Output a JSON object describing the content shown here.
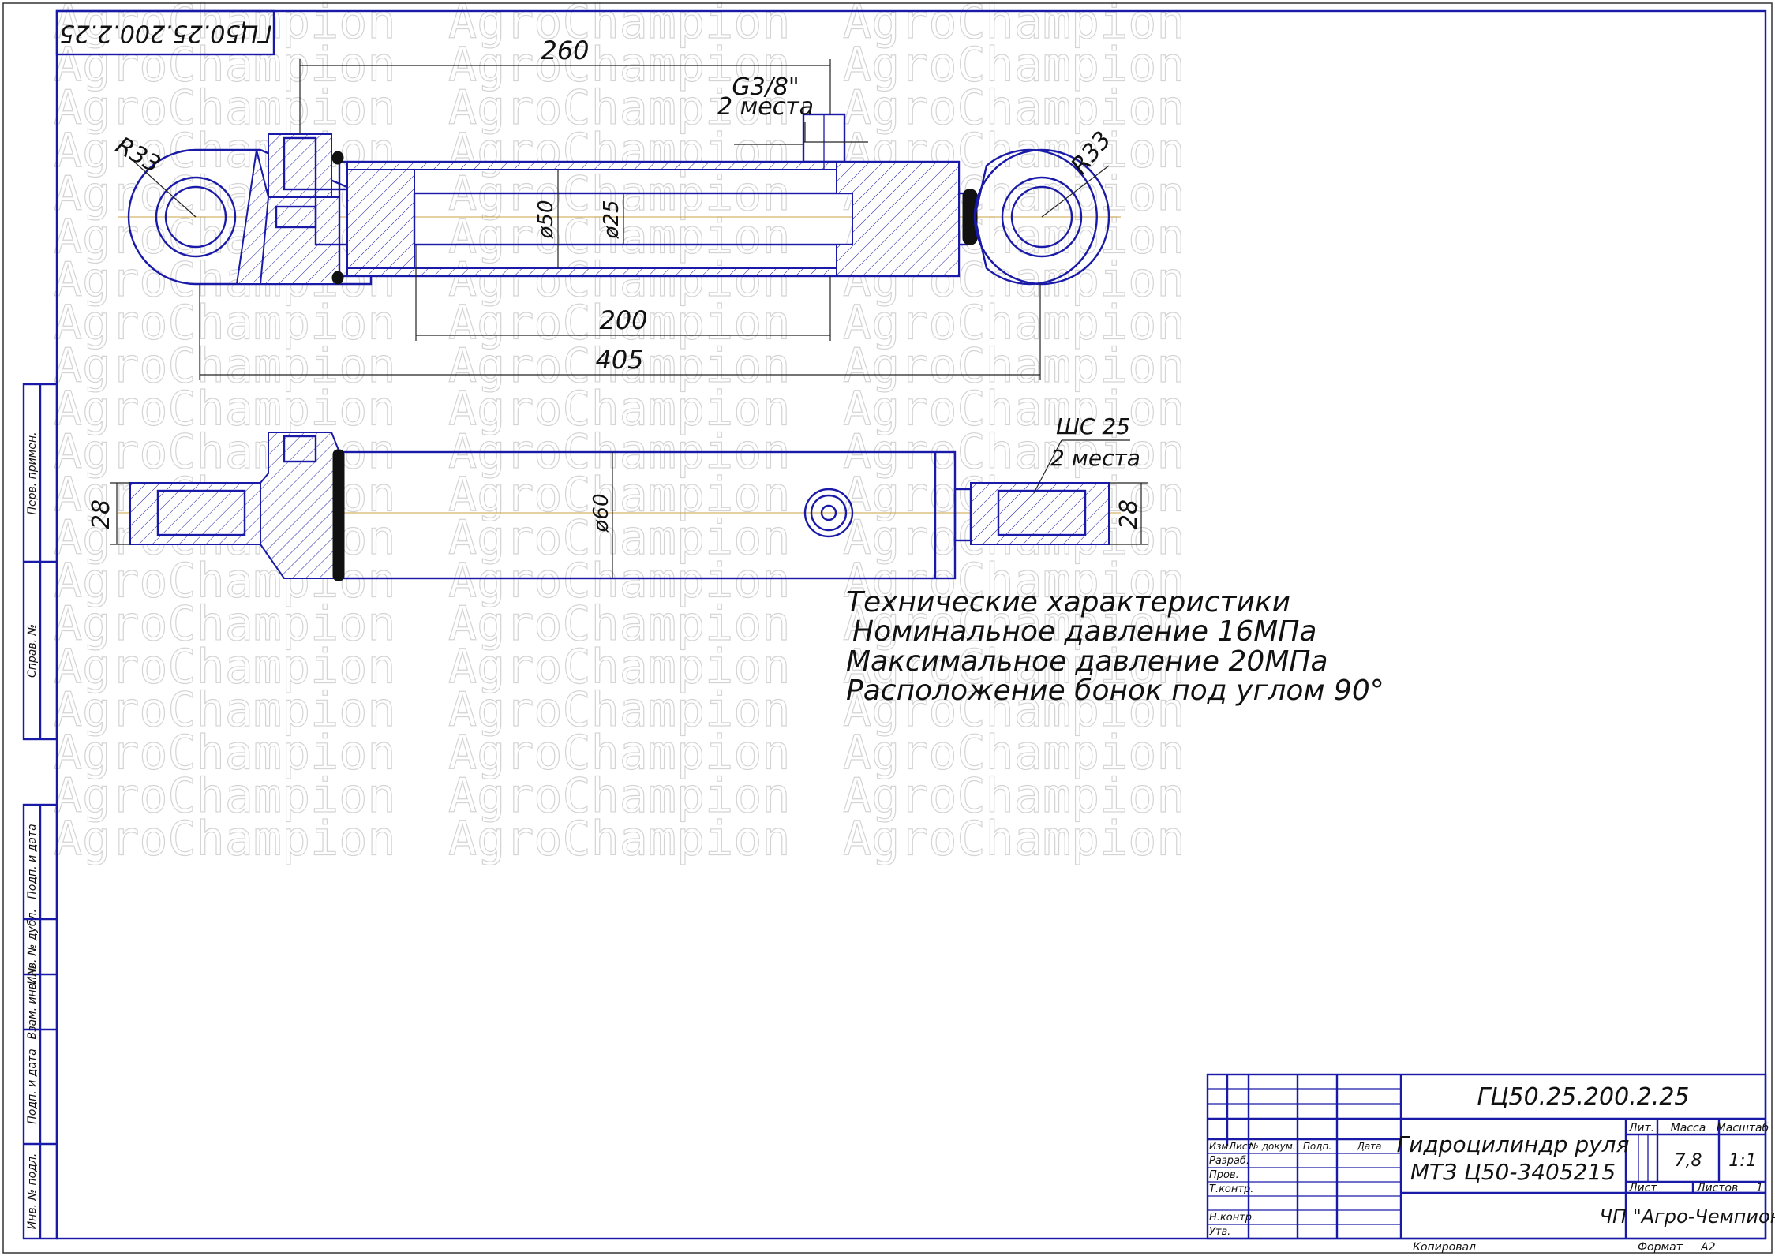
{
  "watermark": "AgroChampion",
  "stamp_code_rotated": "ГЦ50.25.200.2.25",
  "dimensions": {
    "len_260": "260",
    "port_thread": "G3/8\"",
    "port_places": "2 места",
    "radius_left": "R33",
    "radius_right": "R33",
    "dia_50": "ø50",
    "dia_25": "ø25",
    "stroke_200": "200",
    "total_405": "405",
    "eye_width_left": "28",
    "eye_width_right": "28",
    "dia_60": "ø60",
    "bearing": "ШС 25",
    "bearing_places": "2 места"
  },
  "specs": {
    "title": "Технические характеристики",
    "lines": [
      "Номинальное давление  16МПа",
      "Максимальное давление  20МПа",
      "Расположение бонок под углом 90°"
    ]
  },
  "side_stamps": {
    "top": [
      "Перв. примен.",
      "Справ. №"
    ],
    "bottom": [
      "Подп. и дата",
      "Инв. № дубл.",
      "Взам. инв. №",
      "Подп. и дата",
      "Инв. № подл."
    ]
  },
  "title_block": {
    "designation": "ГЦ50.25.200.2.25",
    "name_line1": "Гидроцилиндр руля",
    "name_line2": "МТЗ Ц50-3405215",
    "col_headers": [
      "Изм.",
      "Лист",
      "№ докум.",
      "Подп.",
      "Дата"
    ],
    "roles": [
      "Разраб.",
      "Пров.",
      "Т.контр.",
      "",
      "Н.контр.",
      "Утв."
    ],
    "lit_label": "Лит.",
    "mass_label": "Масса",
    "scale_label": "Масштаб",
    "mass_value": "7,8",
    "scale_value": "1:1",
    "sheet_label": "Лист",
    "sheets_label": "Листов",
    "sheets_value": "1",
    "company": "ЧП \"Агро-Чемпион\"",
    "copied": "Копировал",
    "format_label": "Формат",
    "format_value": "A2"
  }
}
